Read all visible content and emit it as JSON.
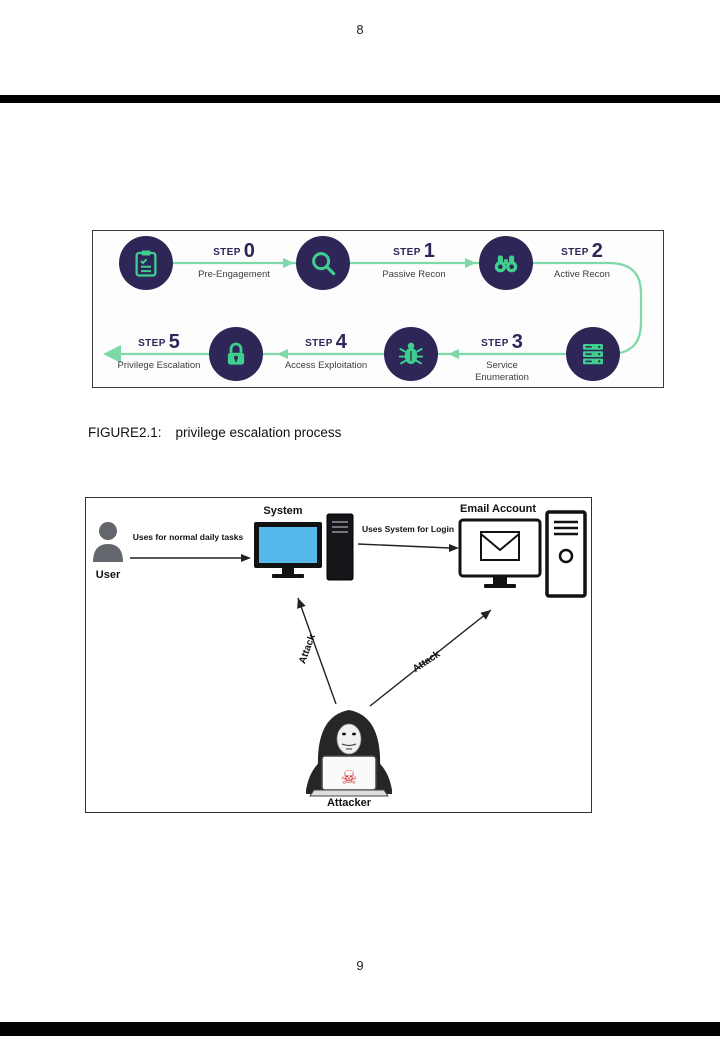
{
  "page": {
    "top_page_number": "8",
    "bottom_page_number": "9"
  },
  "figure1": {
    "caption_label": "FIGURE2.1:",
    "caption_text": "privilege escalation process",
    "steps": [
      {
        "prefix": "STEP",
        "number": "0",
        "label": "Pre-Engagement",
        "icon": "clipboard-icon"
      },
      {
        "prefix": "STEP",
        "number": "1",
        "label": "Passive Recon",
        "icon": "magnifier-icon"
      },
      {
        "prefix": "STEP",
        "number": "2",
        "label": "Active Recon",
        "icon": "binoculars-icon"
      },
      {
        "prefix": "STEP",
        "number": "3",
        "label": "Service Enumeration",
        "icon": "server-icon"
      },
      {
        "prefix": "STEP",
        "number": "4",
        "label": "Access Exploitation",
        "icon": "bug-icon"
      },
      {
        "prefix": "STEP",
        "number": "5",
        "label": "Privilege Escalation",
        "icon": "lock-icon"
      }
    ],
    "colors": {
      "circle_navy": "#2e2657",
      "icon_green": "#3ecf8e",
      "line_green": "#7fd8a8"
    }
  },
  "figure2": {
    "labels": {
      "user": "User",
      "system": "System",
      "email_account": "Email Account",
      "attacker": "Attacker",
      "user_to_system": "Uses for normal daily tasks",
      "system_to_email": "Uses System for Login",
      "attack_left": "Attack",
      "attack_right": "Attack"
    },
    "skull_glyph": "☠",
    "colors": {
      "screen_blue": "#56b7ea",
      "skull_red": "#d92b2b",
      "person_gray": "#63676d"
    }
  }
}
